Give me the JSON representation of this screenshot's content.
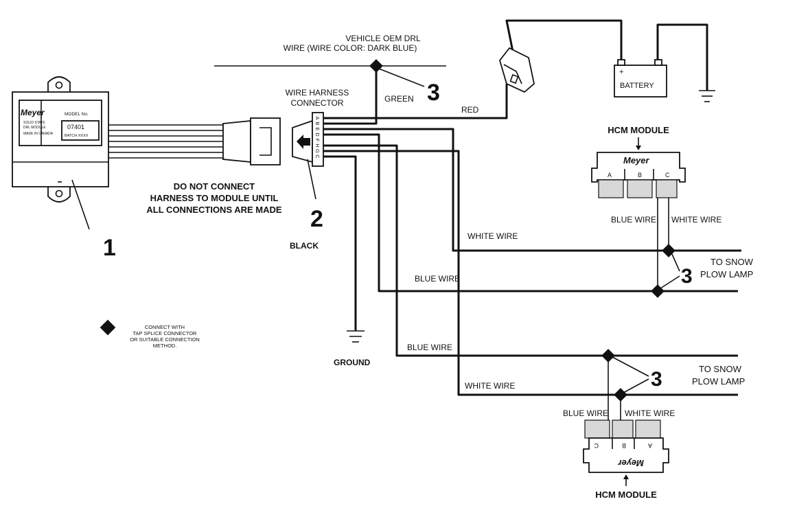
{
  "labels": {
    "oem_drl_line1": "VEHICLE OEM DRL",
    "oem_drl_line2": "WIRE (WIRE COLOR: DARK BLUE)",
    "harness_connector_line1": "WIRE HARNESS",
    "harness_connector_line2": "CONNECTOR",
    "green": "GREEN",
    "red": "RED",
    "battery": "BATTERY",
    "battery_plus": "+",
    "hcm_module_top": "HCM MODULE",
    "hcm_module_bottom": "HCM MODULE",
    "warning_line1": "DO NOT CONNECT",
    "warning_line2": "HARNESS TO MODULE UNTIL",
    "warning_line3": "ALL CONNECTIONS ARE MADE",
    "black": "BLACK",
    "ground": "GROUND",
    "white_wire": "WHITE WIRE",
    "blue_wire": "BLUE WIRE",
    "to_snow_line1": "TO SNOW",
    "to_snow_plow_lamp_1": "PLOW LAMP",
    "to_snow_plow_lamp_2": "PLOW LAMP",
    "legend_line1": "CONNECT WITH",
    "legend_line2": "TAP SPLICE CONNECTOR",
    "legend_line3": "OR SUITABLE CONNECTION",
    "legend_line4": "METHOD.",
    "callout_1": "1",
    "callout_2": "2",
    "callout_3": "3",
    "module_brand": "Meyer",
    "module_model_label": "MODEL No.",
    "module_model_no": "07401",
    "module_batch": "BATCH XXXX",
    "module_desc_line1": "SOLID STATE",
    "module_desc_line2": "DRL MODULE",
    "module_desc_line3": "MADE IN CANADA",
    "hcm_brand": "Meyer",
    "pin_a": "A",
    "pin_b": "B",
    "pin_c": "C",
    "connector_pins": [
      "A",
      "B",
      "E",
      "D",
      "F",
      "H",
      "G",
      "C"
    ]
  }
}
